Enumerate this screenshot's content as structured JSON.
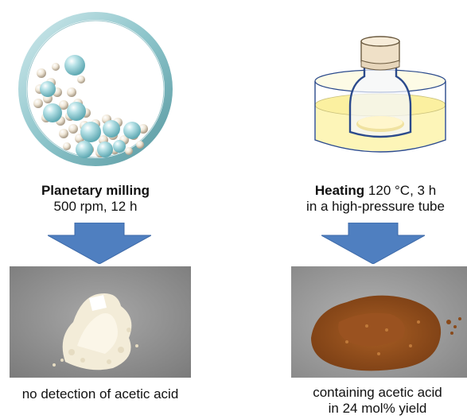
{
  "left": {
    "step_bold": "Planetary milling",
    "step_detail": "500 rpm, 12 h",
    "result": "no detection of acetic acid"
  },
  "right": {
    "step_bold": "Heating",
    "step_detail_inline": " 120 °C, 3 h",
    "step_detail_line2": "in a high-pressure tube",
    "result_line1": "containing acetic acid",
    "result_line2": "in 24 mol% yield"
  },
  "colors": {
    "arrow": "#4f7fc0",
    "ring": "#7fb9bf",
    "ball_large": "#9dd3da",
    "ball_small": "#efe6d6",
    "bath": "#fdf5b8",
    "vessel_outline": "#2b4a8c",
    "white_powder": "#f3ecd8",
    "brown_powder": "#8a4a1a",
    "photo_bg": "#8d8d8d"
  }
}
